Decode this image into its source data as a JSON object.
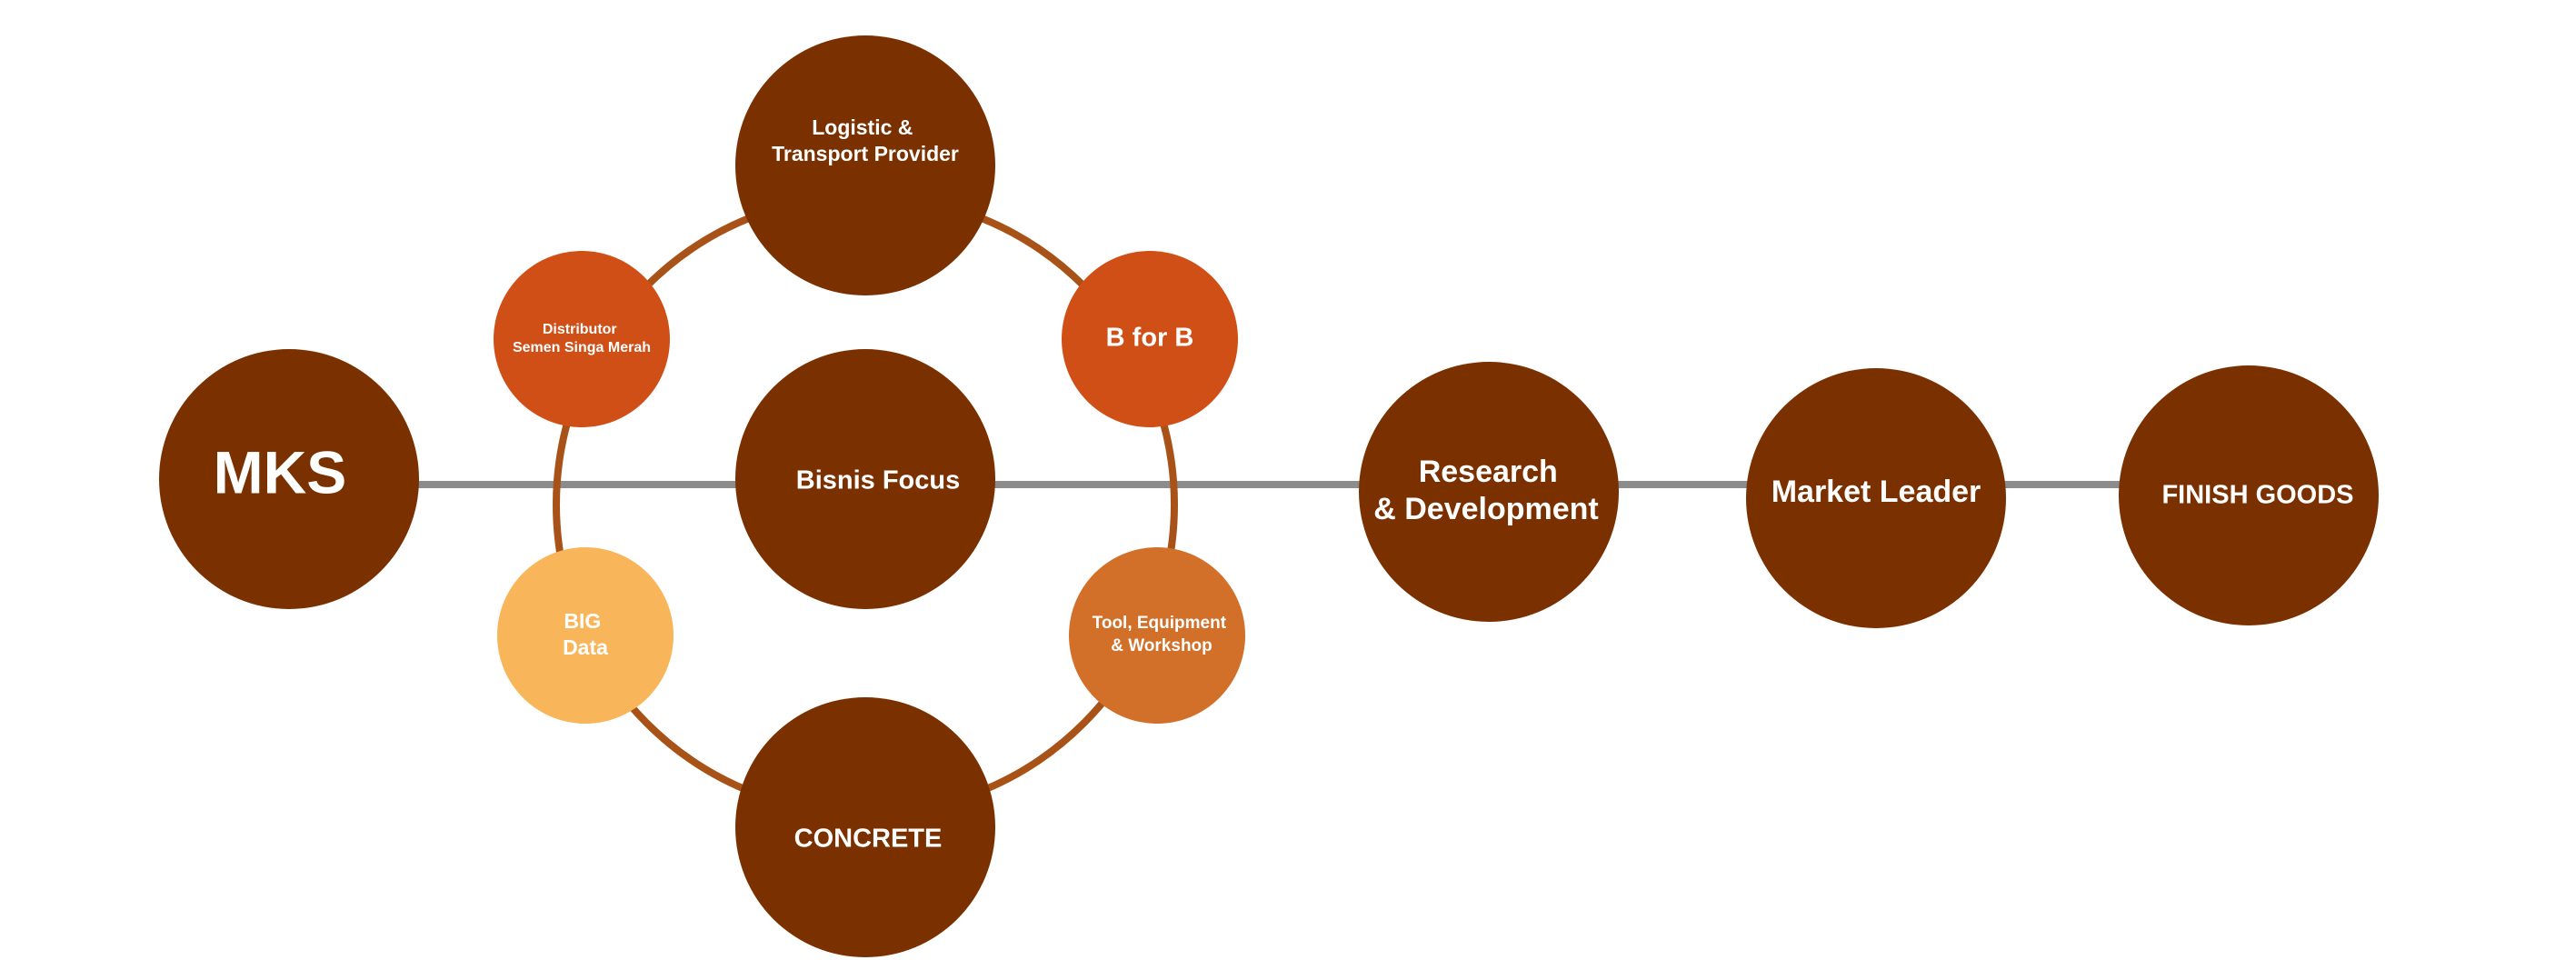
{
  "colors": {
    "connector_gray": "#8c8c8c",
    "ring_brown": "#a85218",
    "dark_brown": "#7b3000",
    "orange_red": "#cf4f17",
    "orange": "#d2702a",
    "light_orange": "#f9b55a",
    "label_white": "#ffffff"
  },
  "nodes": {
    "mks": {
      "label": "MKS"
    },
    "logistic": {
      "line1": "Logistic &",
      "line2": "Transport Provider"
    },
    "distributor": {
      "line1": "Distributor",
      "line2": "Semen Singa Merah"
    },
    "b_for_b": {
      "label": "B for B"
    },
    "bisnis_focus": {
      "label": "Bisnis Focus"
    },
    "big_data": {
      "line1": "BIG",
      "line2": "Data"
    },
    "tool_equipment": {
      "line1": "Tool, Equipment",
      "line2": "& Workshop"
    },
    "concrete": {
      "label": "CONCRETE"
    },
    "research": {
      "line1": "Research",
      "line2": "& Development"
    },
    "market_leader": {
      "label": "Market Leader"
    },
    "finish_goods": {
      "label": "FINISH GOODS"
    }
  }
}
